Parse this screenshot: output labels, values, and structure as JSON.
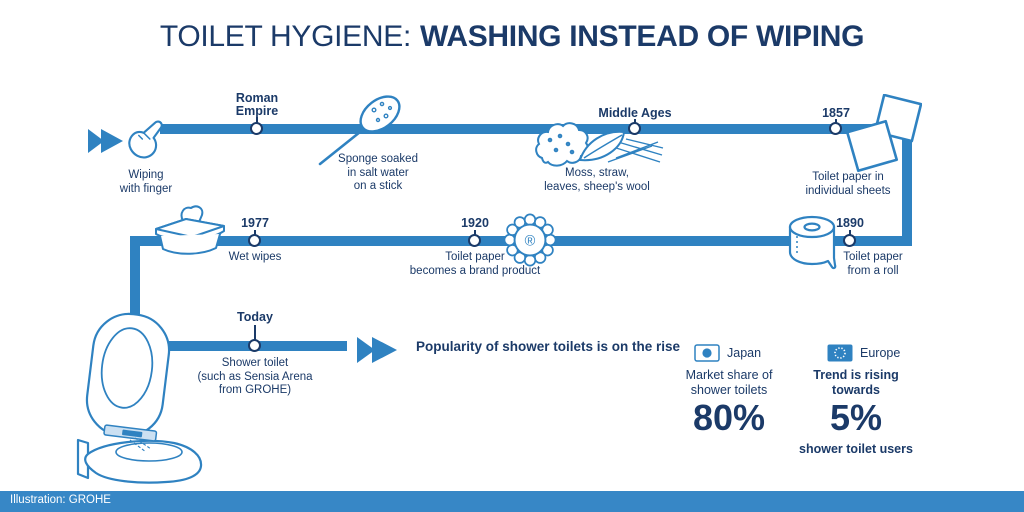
{
  "colors": {
    "accent_blue": "#2F82C1",
    "navy_text": "#1B3A68",
    "footer_bar": "#3787C6",
    "light_blue_fill": "#CBE0F2"
  },
  "header": {
    "title_regular": "TOILET HYGIENE:",
    "title_bold": "WASHING INSTEAD OF WIPING"
  },
  "timeline": {
    "start": {
      "caption": "Wiping\nwith finger"
    },
    "roman_empire": {
      "label": "Roman\nEmpire"
    },
    "sponge": {
      "caption": "Sponge soaked\nin salt water\non a stick"
    },
    "middle_ages": {
      "label": "Middle Ages",
      "caption": "Moss, straw,\nleaves, sheep's wool"
    },
    "m1857": {
      "label": "1857",
      "caption": "Toilet paper in\nindividual sheets"
    },
    "m1890": {
      "label": "1890",
      "caption": "Toilet paper\nfrom a roll"
    },
    "m1920": {
      "label": "1920",
      "caption": "Toilet paper\nbecomes a brand product",
      "badge_symbol": "®"
    },
    "m1977": {
      "label": "1977",
      "caption": "Wet wipes"
    },
    "today": {
      "label": "Today",
      "caption": "Shower toilet\n(such as Sensia Arena\nfrom GROHE)"
    }
  },
  "stats": {
    "headline": "Popularity of shower toilets is on the rise",
    "japan": {
      "name": "Japan",
      "caption": "Market share of\nshower toilets",
      "value": "80%"
    },
    "europe": {
      "name": "Europe",
      "caption": "Trend is rising\ntowards",
      "value": "5%",
      "subcaption": "shower toilet users"
    }
  },
  "footer": {
    "credit": "Illustration: GROHE"
  }
}
